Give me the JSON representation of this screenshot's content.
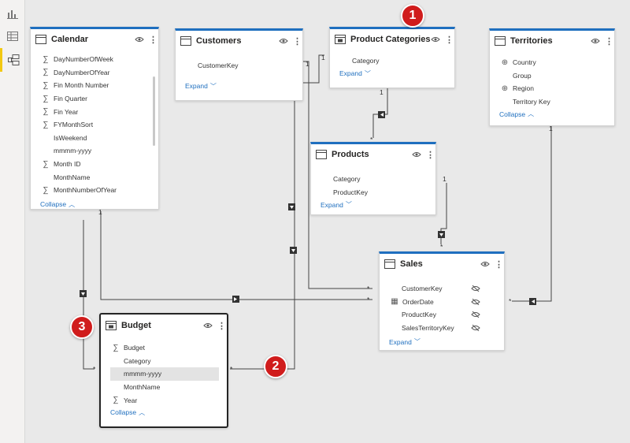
{
  "nav": {
    "items": [
      "report-view",
      "table-view",
      "model-view"
    ],
    "active": "model-view"
  },
  "tables": {
    "calendar": {
      "title": "Calendar",
      "fields": [
        {
          "name": "DayNumberOfWeek",
          "icon": "sigma"
        },
        {
          "name": "DayNumberOfYear",
          "icon": "sigma"
        },
        {
          "name": "Fin Month Number",
          "icon": "sigma"
        },
        {
          "name": "Fin Quarter",
          "icon": "sigma"
        },
        {
          "name": "Fin Year",
          "icon": "sigma"
        },
        {
          "name": "FYMonthSort",
          "icon": "sigma"
        },
        {
          "name": "IsWeekend",
          "icon": ""
        },
        {
          "name": "mmmm-yyyy",
          "icon": ""
        },
        {
          "name": "Month ID",
          "icon": "sigma"
        },
        {
          "name": "MonthName",
          "icon": ""
        },
        {
          "name": "MonthNumberOfYear",
          "icon": "sigma"
        }
      ],
      "footer": "Collapse"
    },
    "customers": {
      "title": "Customers",
      "fields": [
        {
          "name": "CustomerKey",
          "icon": ""
        }
      ],
      "footer": "Expand"
    },
    "product_categories": {
      "title": "Product Categories",
      "fields": [
        {
          "name": "Category",
          "icon": ""
        }
      ],
      "footer": "Expand"
    },
    "territories": {
      "title": "Territories",
      "fields": [
        {
          "name": "Country",
          "icon": "globe"
        },
        {
          "name": "Group",
          "icon": ""
        },
        {
          "name": "Region",
          "icon": "globe"
        },
        {
          "name": "Territory Key",
          "icon": ""
        }
      ],
      "footer": "Collapse"
    },
    "products": {
      "title": "Products",
      "fields": [
        {
          "name": "Category",
          "icon": ""
        },
        {
          "name": "ProductKey",
          "icon": ""
        }
      ],
      "footer": "Expand"
    },
    "sales": {
      "title": "Sales",
      "fields": [
        {
          "name": "CustomerKey",
          "icon": "",
          "hidden": true
        },
        {
          "name": "OrderDate",
          "icon": "calendar",
          "hidden": true
        },
        {
          "name": "ProductKey",
          "icon": "",
          "hidden": true
        },
        {
          "name": "SalesTerritoryKey",
          "icon": "",
          "hidden": true
        }
      ],
      "footer": "Expand"
    },
    "budget": {
      "title": "Budget",
      "fields": [
        {
          "name": "Budget",
          "icon": "sigma"
        },
        {
          "name": "Category",
          "icon": ""
        },
        {
          "name": "mmmm-yyyy",
          "icon": "",
          "highlight": true
        },
        {
          "name": "MonthName",
          "icon": ""
        },
        {
          "name": "Year",
          "icon": "sigma"
        }
      ],
      "footer": "Collapse"
    }
  },
  "cardinality": {
    "one": "1",
    "many": "*"
  },
  "badges": [
    "1",
    "2",
    "3"
  ],
  "colors": {
    "accent": "#1f6fbf",
    "badge": "#d01c1c",
    "active_nav": "#f2c811"
  }
}
